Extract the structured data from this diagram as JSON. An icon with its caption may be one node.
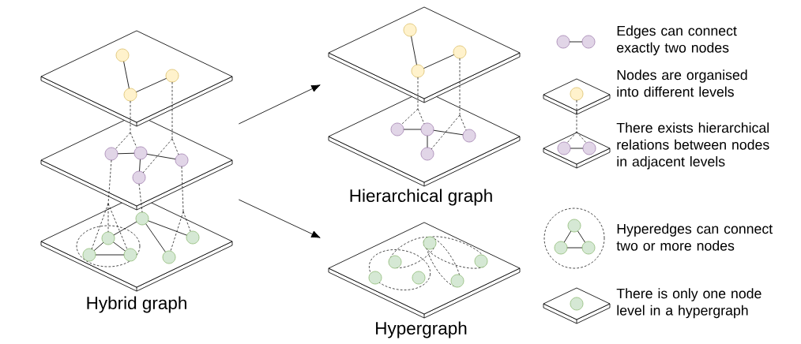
{
  "diagram": {
    "nodes": [
      {
        "text": [
          "Hybrid graph"
        ]
      },
      {
        "text": [
          "Hierarchical graph"
        ]
      },
      {
        "text": [
          "Hypergraph"
        ]
      }
    ],
    "edges": [
      {
        "from": 0,
        "to": 1,
        "arrow": "to"
      },
      {
        "from": 0,
        "to": 2,
        "arrow": "to"
      }
    ],
    "legend": [
      {
        "text": "Edges can connect exactly two nodes"
      },
      {
        "text": "Nodes are organised into different levels"
      },
      {
        "text": "There exists hierarchical relations between nodes in adjacent levels"
      },
      {
        "text": "Hyperedges can connect two or more nodes"
      },
      {
        "text": "There is only one node level in a hypergraph"
      }
    ]
  }
}
